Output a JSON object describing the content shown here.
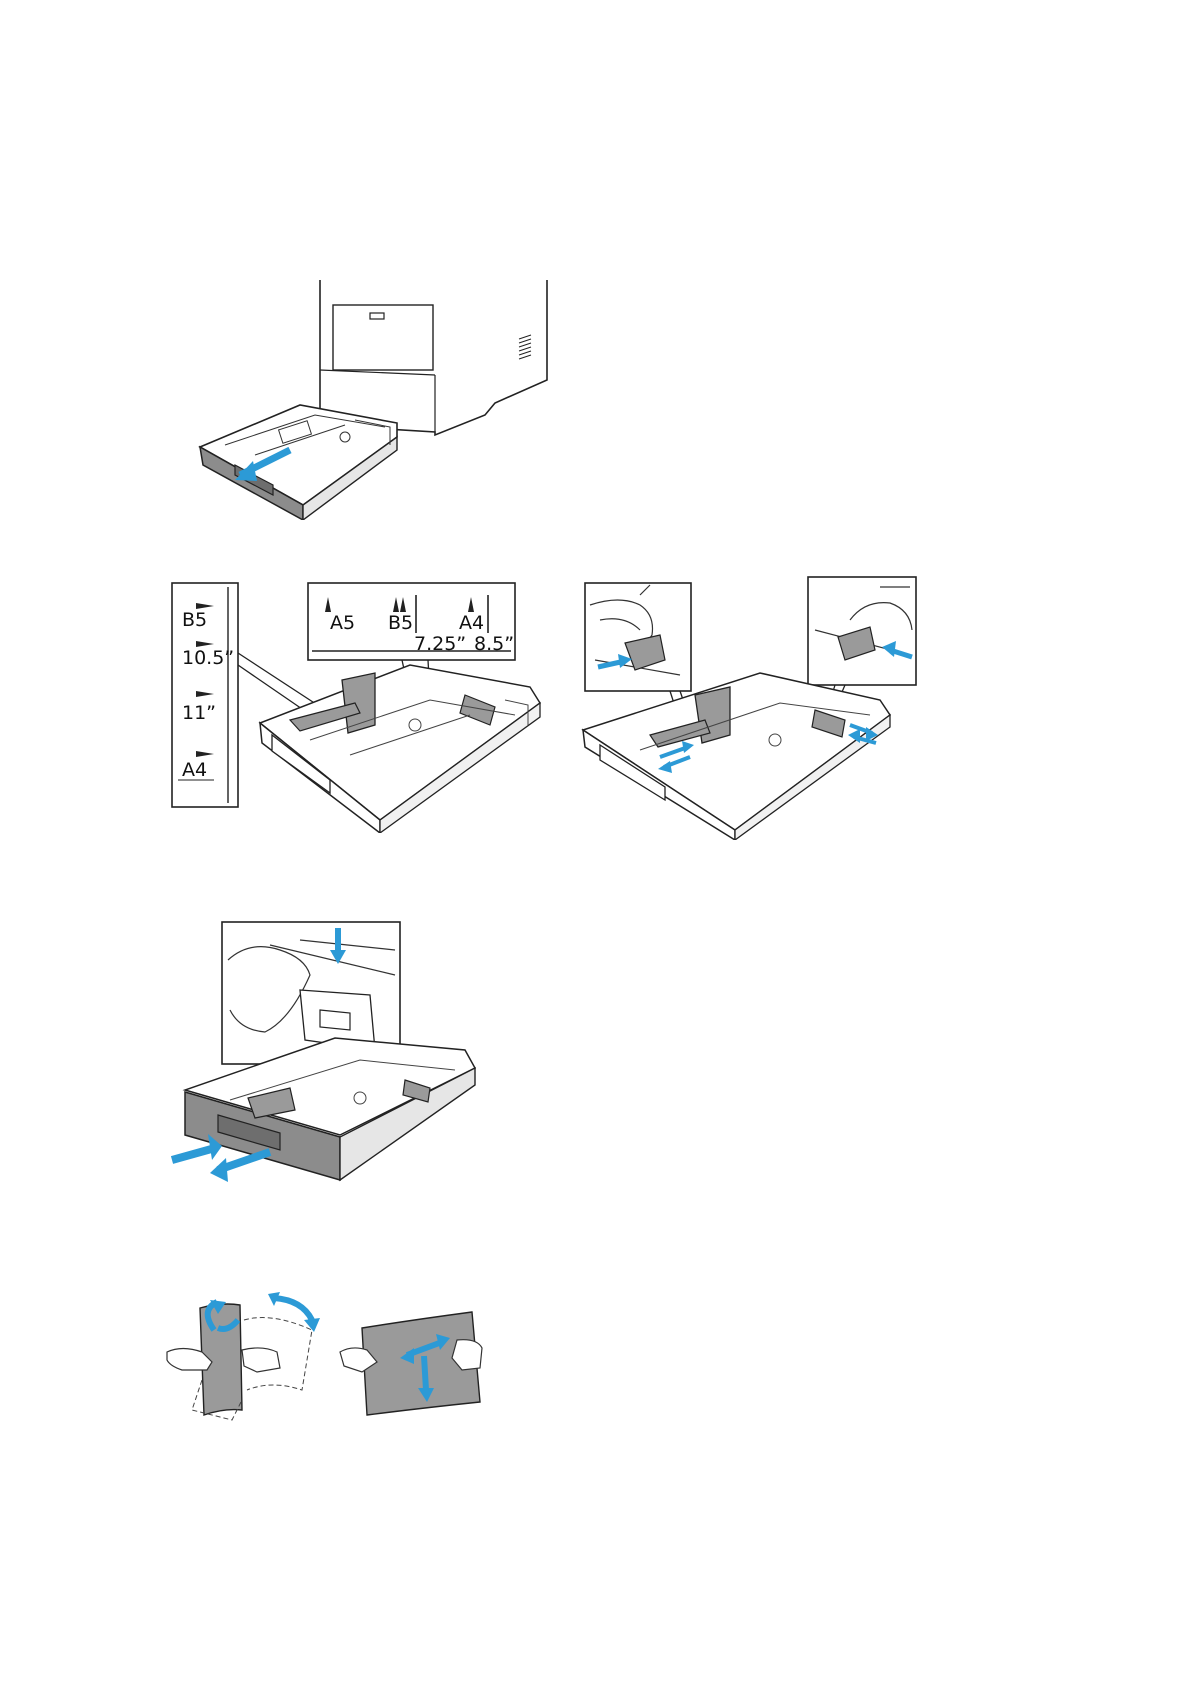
{
  "page": {
    "background": "#ffffff"
  },
  "colors": {
    "arrow": "#2c9ad6",
    "tray_gray": "#8c8c8c",
    "line": "#222222",
    "paper": "#9a9a9a"
  },
  "figures": [
    {
      "id": "fig-pull-tray",
      "icon": "printer-tray-pull-out-icon"
    },
    {
      "id": "fig-size-labels",
      "icon": "tray-size-markings-icon",
      "side_scale": [
        "B5",
        "10.5”",
        "11”",
        "A4"
      ],
      "top_scale": {
        "sizes": [
          "A5",
          "B5",
          "A4"
        ],
        "widths": [
          "7.25”",
          "8.5”"
        ]
      }
    },
    {
      "id": "fig-adjust-guides",
      "icon": "tray-guide-adjust-icon"
    },
    {
      "id": "fig-extend-tray",
      "icon": "tray-extend-lock-icon"
    },
    {
      "id": "fig-fan-paper",
      "icon": "fan-paper-stack-icon"
    }
  ]
}
